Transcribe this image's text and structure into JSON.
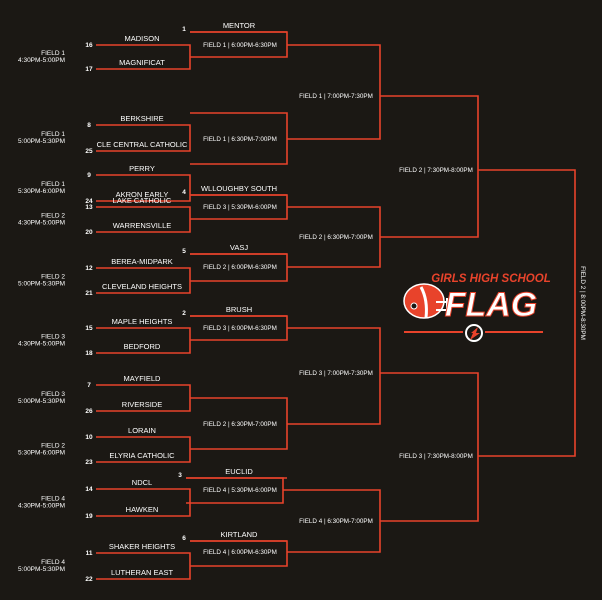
{
  "colors": {
    "background": "#1b1814",
    "line": "#e8432b",
    "text": "#ffffff",
    "logo_red": "#e8432b"
  },
  "logo": {
    "top_text": "GIRLS HIGH SCHOOL",
    "main_text": "FLAG",
    "helmet_icon": "football-helmet-icon",
    "sponsor_icon": "gatorade-g-icon"
  },
  "round1": [
    {
      "slot": "field1-1",
      "label1": "FIELD 1",
      "label2": "4:30PM-5:00PM",
      "top_seed": "16",
      "top_team": "MADISON",
      "bottom_seed": "17",
      "bottom_team": "MAGNIFICAT"
    },
    {
      "slot": "field1-2",
      "label1": "FIELD 1",
      "label2": "5:00PM-5:30PM",
      "top_seed": "8",
      "top_team": "BERKSHIRE",
      "bottom_seed": "25",
      "bottom_team": "CLE CENTRAL CATHOLIC"
    },
    {
      "slot": "field1-3",
      "label1": "FIELD 1",
      "label2": "5:30PM-6:00PM",
      "top_seed": "9",
      "top_team": "PERRY",
      "bottom_seed": "24",
      "bottom_team": "AKRON EARLY"
    },
    {
      "slot": "field2-1",
      "label1": "FIELD 2",
      "label2": "4:30PM-5:00PM",
      "top_seed": "13",
      "top_team": "LAKE CATHOLIC",
      "bottom_seed": "20",
      "bottom_team": "WARRENSVILLE"
    },
    {
      "slot": "field2-2",
      "label1": "FIELD 2",
      "label2": "5:00PM-5:30PM",
      "top_seed": "12",
      "top_team": "BEREA-MIDPARK",
      "bottom_seed": "21",
      "bottom_team": "CLEVELAND HEIGHTS"
    },
    {
      "slot": "field3-1",
      "label1": "FIELD 3",
      "label2": "4:30PM-5:00PM",
      "top_seed": "15",
      "top_team": "MAPLE HEIGHTS",
      "bottom_seed": "18",
      "bottom_team": "BEDFORD"
    },
    {
      "slot": "field3-2",
      "label1": "FIELD 3",
      "label2": "5:00PM-5:30PM",
      "top_seed": "7",
      "top_team": "MAYFIELD",
      "bottom_seed": "26",
      "bottom_team": "RIVERSIDE"
    },
    {
      "slot": "field2-3",
      "label1": "FIELD 2",
      "label2": "5:30PM-6:00PM",
      "top_seed": "10",
      "top_team": "LORAIN",
      "bottom_seed": "23",
      "bottom_team": "ELYRIA CATHOLIC"
    },
    {
      "slot": "field4-1",
      "label1": "FIELD 4",
      "label2": "4:30PM-5:00PM",
      "top_seed": "14",
      "top_team": "NDCL",
      "bottom_seed": "19",
      "bottom_team": "HAWKEN"
    },
    {
      "slot": "field4-2",
      "label1": "FIELD 4",
      "label2": "5:00PM-5:30PM",
      "top_seed": "11",
      "top_team": "SHAKER HEIGHTS",
      "bottom_seed": "22",
      "bottom_team": "LUTHERAN EAST"
    }
  ],
  "byes": [
    {
      "seed": "1",
      "team": "MENTOR"
    },
    {
      "seed": "4",
      "team": "WLLOUGHBY SOUTH"
    },
    {
      "seed": "5",
      "team": "VASJ"
    },
    {
      "seed": "2",
      "team": "BRUSH"
    },
    {
      "seed": "3",
      "team": "EUCLID"
    },
    {
      "seed": "6",
      "team": "KIRTLAND"
    }
  ],
  "round2_labels": [
    "FIELD 1 | 6:00PM-6:30PM",
    "FIELD 1 | 6:30PM-7:00PM",
    "FIELD 3 | 5:30PM-6:00PM",
    "FIELD 2 | 6:00PM-6:30PM",
    "FIELD 3 | 6:00PM-6:30PM",
    "FIELD 2 | 6:30PM-7:00PM",
    "FIELD 4 | 5:30PM-6:00PM",
    "FIELD 4 | 6:00PM-6:30PM"
  ],
  "round3_labels": [
    "FIELD 1 | 7:00PM-7:30PM",
    "FIELD 2 | 6:30PM-7:00PM",
    "FIELD 3 | 7:00PM-7:30PM",
    "FIELD 4 | 6:30PM-7:00PM"
  ],
  "round4_labels": [
    "FIELD 2 | 7:30PM-8:00PM",
    "FIELD 3 | 7:30PM-8:00PM"
  ],
  "final_label": "FIELD 2 | 8:00PM-8:30PM"
}
